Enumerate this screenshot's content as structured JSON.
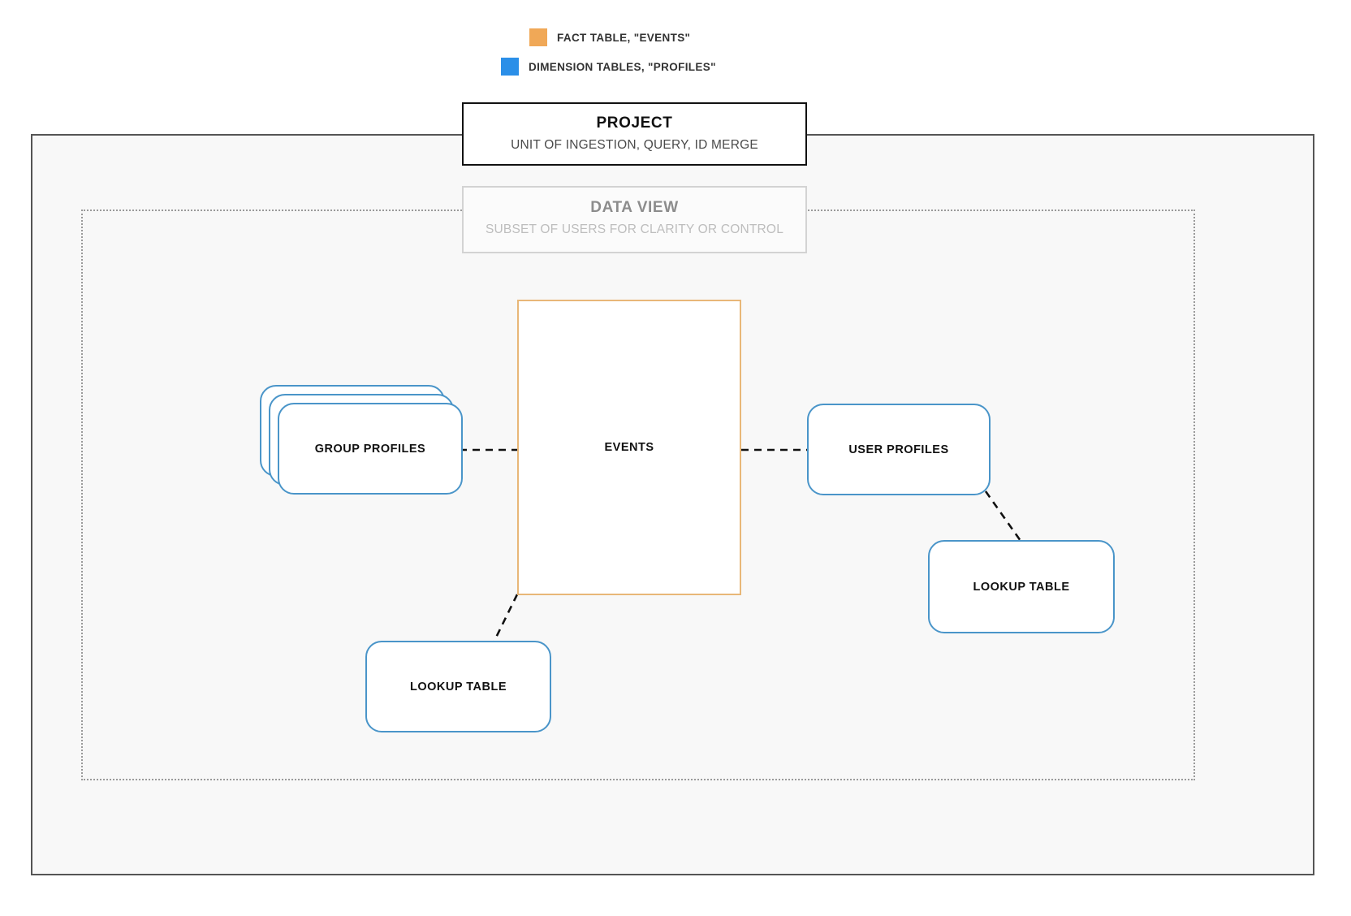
{
  "legend": {
    "items": [
      {
        "label": "FACT TABLE, \"EVENTS\"",
        "color": "#f0a857",
        "icon": "orange-square-swatch"
      },
      {
        "label": "DIMENSION TABLES, \"PROFILES\"",
        "color": "#2b8fe8",
        "icon": "blue-square-swatch"
      }
    ]
  },
  "project": {
    "title": "PROJECT",
    "subtitle": "UNIT OF INGESTION, QUERY, ID MERGE",
    "border_color": "#111111"
  },
  "data_view": {
    "title": "DATA VIEW",
    "subtitle": "SUBSET OF USERS FOR CLARITY OR CONTROL",
    "border_color": "#d3d3d3"
  },
  "nodes": {
    "events": {
      "label": "EVENTS",
      "color": "#e8b778"
    },
    "group_profiles": {
      "label": "GROUP PROFILES",
      "color": "#4a95c9",
      "stack_count": 3
    },
    "user_profiles": {
      "label": "USER PROFILES",
      "color": "#4a95c9"
    },
    "lookup_table_right": {
      "label": "LOOKUP TABLE",
      "color": "#4a95c9"
    },
    "lookup_table_bottom": {
      "label": "LOOKUP TABLE",
      "color": "#4a95c9"
    }
  },
  "connectors": [
    {
      "name": "group-profiles-to-events",
      "style": "dashed",
      "color": "#111111"
    },
    {
      "name": "events-to-user-profiles",
      "style": "dashed",
      "color": "#111111"
    },
    {
      "name": "user-profiles-to-lookup-table-right",
      "style": "dashed",
      "color": "#111111"
    },
    {
      "name": "events-to-lookup-table-bottom",
      "style": "dashed",
      "color": "#111111"
    }
  ],
  "colors": {
    "canvas_background": "#ffffff",
    "project_fill": "#f8f8f8",
    "dataview_border": "#9a9a9a",
    "fact_accent": "#e8b778",
    "dimension_accent": "#4a95c9"
  }
}
